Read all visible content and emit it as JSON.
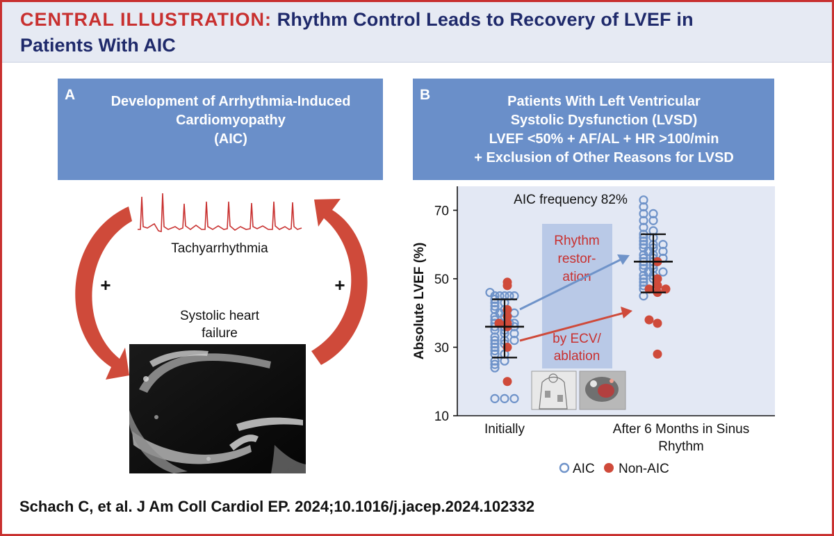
{
  "header": {
    "label": "CENTRAL ILLUSTRATION:",
    "title_line1": "Rhythm Control Leads to Recovery of LVEF in",
    "title_line2": "Patients With AIC"
  },
  "panel_a": {
    "letter": "A",
    "heading": [
      "Development of Arrhythmia-Induced",
      "Cardiomyopathy",
      "(AIC)"
    ],
    "ecg_label": "Tachyarrhythmia",
    "plus_left": "+",
    "plus_right": "+",
    "heart_label": [
      "Systolic heart",
      "failure"
    ]
  },
  "panel_b": {
    "letter": "B",
    "heading": [
      "Patients With Left Ventricular",
      "Systolic Dysfunction (LVSD)",
      "LVEF <50%  + AF/AL + HR >100/min",
      "+ Exclusion of Other Reasons for LVSD"
    ],
    "frequency_text": "AIC frequency 82%",
    "rhythm_box_top": [
      "Rhythm",
      "restor-",
      "ation"
    ],
    "rhythm_box_bottom": [
      "by ECV/",
      "ablation"
    ]
  },
  "citation": "Schach C, et al. J Am Coll Cardiol EP. 2024;10.1016/j.jacep.2024.102332",
  "colors": {
    "accent_red": "#c8302f",
    "navy": "#1f2a6b",
    "panel_blue": "#6a8fc9",
    "plot_bg": "#e3e8f4",
    "aic_blue": "#6f93c9",
    "nonaic_red": "#cf4a3a"
  },
  "chart_data": {
    "type": "scatter",
    "ylabel": "Absolute LVEF (%)",
    "yticks": [
      10,
      30,
      50,
      70
    ],
    "ylim": [
      10,
      77
    ],
    "categories": [
      "Initially",
      "After 6 Months in Sinus Rhythm"
    ],
    "legend": [
      {
        "name": "AIC",
        "marker": "open-circle"
      },
      {
        "name": "Non-AIC",
        "marker": "filled-circle"
      }
    ],
    "series": [
      {
        "name": "AIC",
        "points": [
          {
            "c": 0,
            "y": 15
          },
          {
            "c": 0,
            "y": 15
          },
          {
            "c": 0,
            "y": 15
          },
          {
            "c": 0,
            "y": 24
          },
          {
            "c": 0,
            "y": 25
          },
          {
            "c": 0,
            "y": 26
          },
          {
            "c": 0,
            "y": 26
          },
          {
            "c": 0,
            "y": 28
          },
          {
            "c": 0,
            "y": 28
          },
          {
            "c": 0,
            "y": 29
          },
          {
            "c": 0,
            "y": 30
          },
          {
            "c": 0,
            "y": 31
          },
          {
            "c": 0,
            "y": 31
          },
          {
            "c": 0,
            "y": 32
          },
          {
            "c": 0,
            "y": 32
          },
          {
            "c": 0,
            "y": 32
          },
          {
            "c": 0,
            "y": 33
          },
          {
            "c": 0,
            "y": 34
          },
          {
            "c": 0,
            "y": 34
          },
          {
            "c": 0,
            "y": 35
          },
          {
            "c": 0,
            "y": 35
          },
          {
            "c": 0,
            "y": 36
          },
          {
            "c": 0,
            "y": 36
          },
          {
            "c": 0,
            "y": 36
          },
          {
            "c": 0,
            "y": 37
          },
          {
            "c": 0,
            "y": 37
          },
          {
            "c": 0,
            "y": 37
          },
          {
            "c": 0,
            "y": 37
          },
          {
            "c": 0,
            "y": 37
          },
          {
            "c": 0,
            "y": 38
          },
          {
            "c": 0,
            "y": 39
          },
          {
            "c": 0,
            "y": 39
          },
          {
            "c": 0,
            "y": 40
          },
          {
            "c": 0,
            "y": 40
          },
          {
            "c": 0,
            "y": 41
          },
          {
            "c": 0,
            "y": 41
          },
          {
            "c": 0,
            "y": 42
          },
          {
            "c": 0,
            "y": 43
          },
          {
            "c": 0,
            "y": 43
          },
          {
            "c": 0,
            "y": 44
          },
          {
            "c": 0,
            "y": 45
          },
          {
            "c": 0,
            "y": 45
          },
          {
            "c": 0,
            "y": 45
          },
          {
            "c": 0,
            "y": 45
          },
          {
            "c": 0,
            "y": 45
          },
          {
            "c": 0,
            "y": 46
          },
          {
            "c": 1,
            "y": 45
          },
          {
            "c": 1,
            "y": 47
          },
          {
            "c": 1,
            "y": 48
          },
          {
            "c": 1,
            "y": 49
          },
          {
            "c": 1,
            "y": 50
          },
          {
            "c": 1,
            "y": 50
          },
          {
            "c": 1,
            "y": 51
          },
          {
            "c": 1,
            "y": 51
          },
          {
            "c": 1,
            "y": 52
          },
          {
            "c": 1,
            "y": 52
          },
          {
            "c": 1,
            "y": 53
          },
          {
            "c": 1,
            "y": 53
          },
          {
            "c": 1,
            "y": 54
          },
          {
            "c": 1,
            "y": 54
          },
          {
            "c": 1,
            "y": 55
          },
          {
            "c": 1,
            "y": 55
          },
          {
            "c": 1,
            "y": 56
          },
          {
            "c": 1,
            "y": 56
          },
          {
            "c": 1,
            "y": 56
          },
          {
            "c": 1,
            "y": 57
          },
          {
            "c": 1,
            "y": 57
          },
          {
            "c": 1,
            "y": 58
          },
          {
            "c": 1,
            "y": 58
          },
          {
            "c": 1,
            "y": 59
          },
          {
            "c": 1,
            "y": 59
          },
          {
            "c": 1,
            "y": 60
          },
          {
            "c": 1,
            "y": 60
          },
          {
            "c": 1,
            "y": 60
          },
          {
            "c": 1,
            "y": 61
          },
          {
            "c": 1,
            "y": 62
          },
          {
            "c": 1,
            "y": 62
          },
          {
            "c": 1,
            "y": 63
          },
          {
            "c": 1,
            "y": 64
          },
          {
            "c": 1,
            "y": 65
          },
          {
            "c": 1,
            "y": 67
          },
          {
            "c": 1,
            "y": 67
          },
          {
            "c": 1,
            "y": 69
          },
          {
            "c": 1,
            "y": 69
          },
          {
            "c": 1,
            "y": 71
          },
          {
            "c": 1,
            "y": 73
          }
        ]
      },
      {
        "name": "Non-AIC",
        "points": [
          {
            "c": 0,
            "y": 20
          },
          {
            "c": 0,
            "y": 30
          },
          {
            "c": 0,
            "y": 36
          },
          {
            "c": 0,
            "y": 37
          },
          {
            "c": 0,
            "y": 37
          },
          {
            "c": 0,
            "y": 39
          },
          {
            "c": 0,
            "y": 41
          },
          {
            "c": 0,
            "y": 48
          },
          {
            "c": 0,
            "y": 49
          },
          {
            "c": 1,
            "y": 28
          },
          {
            "c": 1,
            "y": 37
          },
          {
            "c": 1,
            "y": 38
          },
          {
            "c": 1,
            "y": 46
          },
          {
            "c": 1,
            "y": 47
          },
          {
            "c": 1,
            "y": 47
          },
          {
            "c": 1,
            "y": 48
          },
          {
            "c": 1,
            "y": 50
          },
          {
            "c": 1,
            "y": 55
          }
        ]
      }
    ],
    "summary": [
      {
        "category": "Initially",
        "mean": 36,
        "sd_low": 27,
        "sd_high": 44
      },
      {
        "category": "After 6 Months in Sinus Rhythm",
        "mean": 55,
        "sd_low": 46,
        "sd_high": 63
      }
    ]
  }
}
